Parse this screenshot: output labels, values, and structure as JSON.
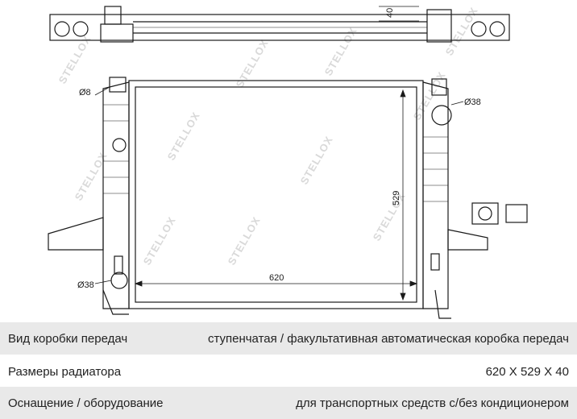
{
  "drawing": {
    "dimensions": {
      "width": "620",
      "height": "529",
      "depth": "40",
      "port_top_left": "Ø8",
      "port_top_right": "Ø38",
      "port_bottom_left": "Ø38"
    },
    "watermark_text": "STELLOX",
    "line_color": "#1a1a1a",
    "watermark_color": "#d8d8d8"
  },
  "specs": [
    {
      "label": "Вид коробки передач",
      "value": "ступенчатая / факультативная автоматическая коробка передач"
    },
    {
      "label": "Размеры радиатора",
      "value": "620 X 529 X 40"
    },
    {
      "label": "Оснащение / оборудование",
      "value": "для транспортных средств с/без кондиционером"
    }
  ]
}
